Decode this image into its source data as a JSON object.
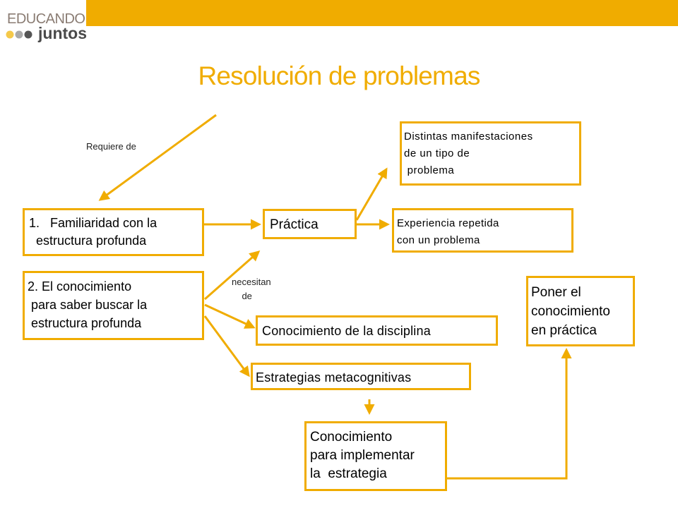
{
  "logo": {
    "word1": "EDUCANDO",
    "word2": "juntos"
  },
  "colors": {
    "accent": "#f0ac00",
    "logo_dot_light": "#f5c94a",
    "logo_dot_mid": "#a9a9a9",
    "logo_dot_dark": "#555555"
  },
  "title": "Resolución de problemas",
  "labels": {
    "requiere": "Requiere de",
    "necesitan": "necesitan\n    de"
  },
  "boxes": {
    "familiaridad": "1.   Familiaridad con la\n  estructura profunda",
    "conocimiento_buscar": "2. El conocimiento\n para saber buscar la\n estructura profunda",
    "practica": "Práctica",
    "distintas": "Distintas manifestaciones\nde un tipo de\n problema",
    "experiencia": "Experiencia repetida\ncon un problema",
    "disciplina": "Conocimiento de la disciplina",
    "estrategias": "Estrategias metacognitivas",
    "implementar": "Conocimiento\npara implementar\nla  estrategia",
    "poner": "Poner el\nconocimiento\nen práctica"
  }
}
